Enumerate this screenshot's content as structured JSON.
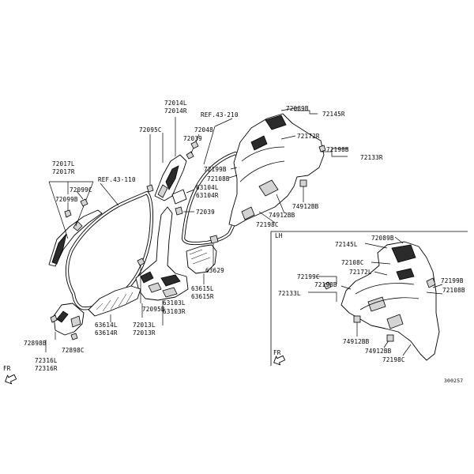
{
  "labels": {
    "p72014l": "72014L",
    "p72014r": "72014R",
    "ref43_210": "REF.43-210",
    "p72095c": "72095C",
    "p72048": "72048",
    "p72039a": "72039",
    "p72017l": "72017L",
    "p72017r": "72017R",
    "ref43_110": "REF.43-110",
    "p72099c": "72099C",
    "p72099b": "72099B",
    "p72199b_main": "72199B",
    "p72108b_main": "72108B",
    "p63104l": "63104L",
    "p63104r": "63104R",
    "p72039b": "72039",
    "p72089b_main": "72089B",
    "p72145r": "72145R",
    "p72172r": "72172R",
    "p72198b_main": "72198B",
    "p72133r": "72133R",
    "p74912bb_main": "74912BB",
    "p72198c_main": "72198C",
    "p63629": "63629",
    "p63615l": "63615L",
    "p63615r": "63615R",
    "p72095b": "72095B",
    "p63103l": "63103L",
    "p63103r": "63103R",
    "p72013l": "72013L",
    "p72013r": "72013R",
    "p63614l": "63614L",
    "p63614r": "63614R",
    "p72898b": "72898B",
    "p72898c": "72898C",
    "p72316l": "72316L",
    "p72316r": "72316R",
    "fr_main": "FR",
    "lh": "LH",
    "p72145l": "72145L",
    "p72089b_lh": "72089B",
    "p72108c": "72108C",
    "p72199c": "72199C",
    "p72172l": "72172L",
    "p72199b_lh": "72199B",
    "p72198b_lh": "72198B",
    "p72108b_lh": "72108B",
    "p72133l": "72133L",
    "p74912bb_lh1": "74912BB",
    "p74912bb_lh2": "74912BB",
    "p72198c_lh": "72198C",
    "fr_lh": "FR",
    "diagram_code": "300257"
  }
}
